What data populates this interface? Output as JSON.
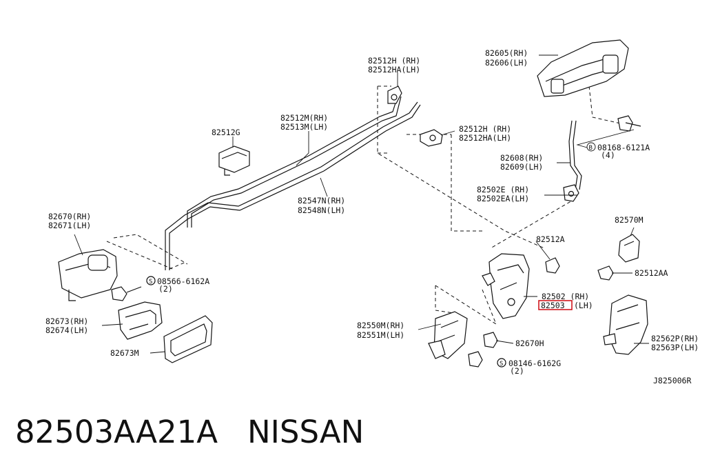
{
  "labels": {
    "l_82512H_top_rh": "82512H (RH)",
    "l_82512HA_top_lh": "82512HA(LH)",
    "l_82512M_rh": "82512M(RH)",
    "l_82513M_lh": "82513M(LH)",
    "l_82512G": "82512G",
    "l_82512H_mid_rh": "82512H (RH)",
    "l_82512HA_mid_lh": "82512HA(LH)",
    "l_82605_rh": "82605(RH)",
    "l_82606_lh": "82606(LH)",
    "l_08168": "08168-6121A",
    "l_08168_qty": "(4)",
    "l_82608_rh": "82608(RH)",
    "l_82609_lh": "82609(LH)",
    "l_82502E_rh": "82502E (RH)",
    "l_82502EA_lh": "82502EA(LH)",
    "l_82547N_rh": "82547N(RH)",
    "l_82548N_lh": "82548N(LH)",
    "l_82670_rh": "82670(RH)",
    "l_82671_lh": "82671(LH)",
    "l_08566": "08566-6162A",
    "l_08566_qty": "(2)",
    "l_82512A": "82512A",
    "l_82570M": "82570M",
    "l_82512AA": "82512AA",
    "l_82502_rh": "82502 (RH)",
    "l_82503_lh": "82503",
    "l_82503_lh_suffix": "(LH)",
    "l_82673_rh": "82673(RH)",
    "l_82674_lh": "82674(LH)",
    "l_82673M": "82673M",
    "l_82550M_rh": "82550M(RH)",
    "l_82551M_lh": "82551M(LH)",
    "l_82670H": "82670H",
    "l_08146": "08146-6162G",
    "l_08146_qty": "(2)",
    "l_82562P_rh": "82562P(RH)",
    "l_82563P_lh": "82563P(LH)",
    "l_diagram_id": "J825006R"
  },
  "footer": {
    "part_number": "82503AA21A",
    "brand": "NISSAN"
  },
  "highlight_color": "#d0181e"
}
